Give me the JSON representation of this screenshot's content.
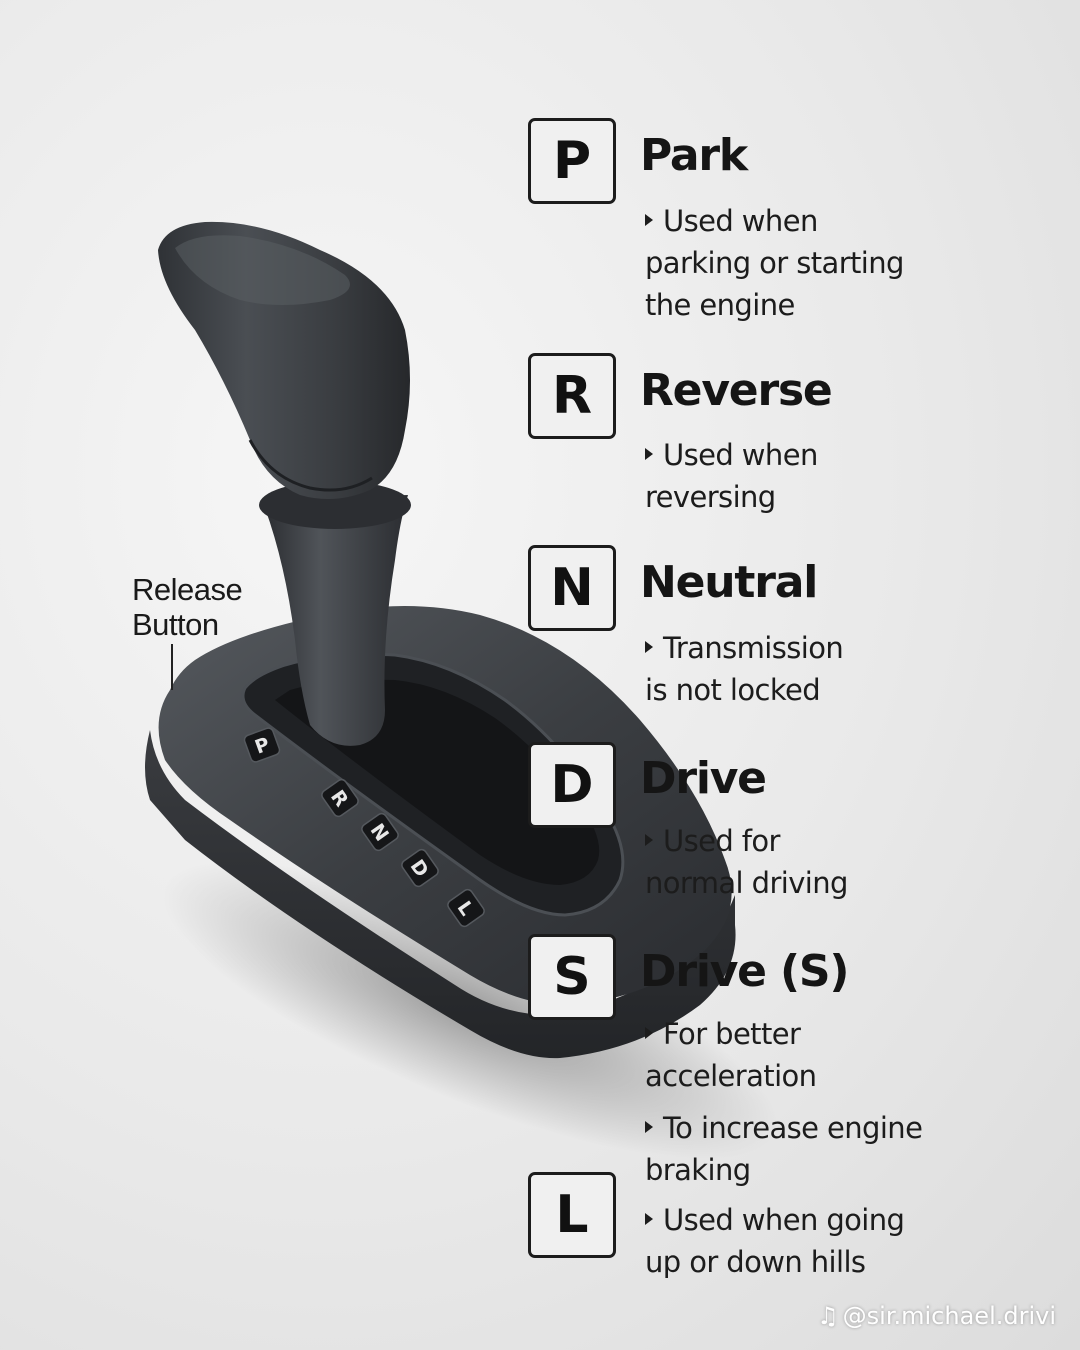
{
  "callout": {
    "label_line1": "Release",
    "label_line2": "Button"
  },
  "gate_letters": [
    "P",
    "R",
    "N",
    "D",
    "L"
  ],
  "gears": [
    {
      "letter": "P",
      "name": "Park",
      "lines": [
        [
          "Used when",
          "parking or starting",
          "the engine"
        ]
      ]
    },
    {
      "letter": "R",
      "name": "Reverse",
      "lines": [
        [
          "Used when",
          "reversing"
        ]
      ]
    },
    {
      "letter": "N",
      "name": "Neutral",
      "lines": [
        [
          "Transmission",
          "is not locked"
        ]
      ]
    },
    {
      "letter": "D",
      "name": "Drive",
      "lines": [
        [
          "Used for",
          "normal driving"
        ]
      ]
    },
    {
      "letter": "S",
      "name": "Drive (S)",
      "lines": [
        [
          "For better",
          "acceleration"
        ],
        [
          "To increase engine",
          "braking"
        ]
      ]
    },
    {
      "letter": "L",
      "name": "",
      "lines": [
        [
          "Used when going",
          "up or down hills"
        ]
      ]
    }
  ],
  "watermark": {
    "text": "@sir.michael.drivi",
    "icon": "tiktok-icon"
  },
  "colors": {
    "knob": "#3a3d41",
    "base": "#3e4145",
    "text": "#1a1a1a",
    "background": "#e9e9e9"
  }
}
